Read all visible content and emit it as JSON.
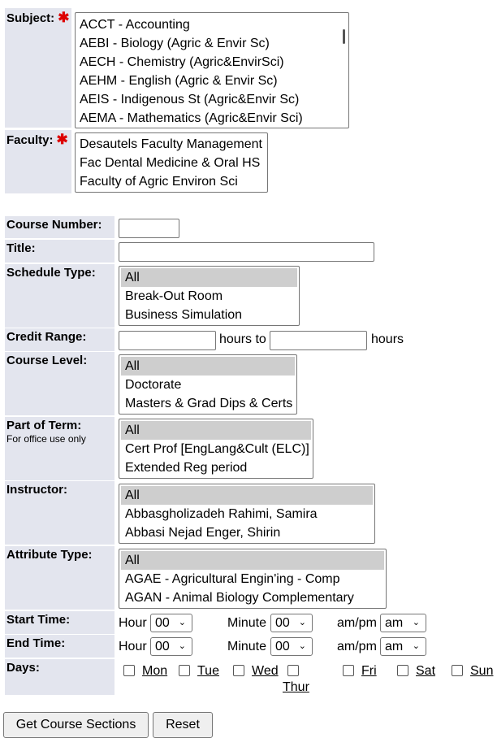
{
  "subject": {
    "label": "Subject:",
    "required_mark": "✱",
    "options": [
      "ACCT - Accounting",
      "AEBI - Biology (Agric & Envir Sc)",
      "AECH - Chemistry (Agric&EnvirSci)",
      "AEHM - English (Agric & Envir Sc)",
      "AEIS - Indigenous St (Agric&Envir Sc)",
      "AEMA - Mathematics (Agric&Envir Sci)"
    ]
  },
  "faculty": {
    "label": "Faculty:",
    "required_mark": "✱",
    "options": [
      "Desautels Faculty Management",
      "Fac Dental Medicine & Oral HS",
      "Faculty of Agric Environ Sci"
    ]
  },
  "course_number": {
    "label": "Course Number:",
    "value": ""
  },
  "title": {
    "label": "Title:",
    "value": ""
  },
  "schedule_type": {
    "label": "Schedule Type:",
    "options": [
      "All",
      "Break-Out Room",
      "Business Simulation"
    ]
  },
  "credit_range": {
    "label": "Credit Range:",
    "from": "",
    "to": "",
    "hours_to": "hours to",
    "hours": "hours"
  },
  "course_level": {
    "label": "Course Level:",
    "options": [
      "All",
      "Doctorate",
      "Masters & Grad Dips & Certs"
    ]
  },
  "part_of_term": {
    "label": "Part of Term:",
    "note": "For office use only",
    "options": [
      "All",
      "Cert Prof [EngLang&Cult (ELC)]",
      "Extended Reg period"
    ]
  },
  "instructor": {
    "label": "Instructor:",
    "options": [
      "All",
      "Abbasgholizadeh Rahimi, Samira",
      "Abbasi Nejad Enger, Shirin"
    ]
  },
  "attribute_type": {
    "label": "Attribute Type:",
    "options": [
      "All",
      "AGAE - Agricultural Engin'ing - Comp",
      "AGAN - Animal Biology Complementary"
    ]
  },
  "start_time": {
    "label": "Start Time:",
    "hour_label": "Hour",
    "hour": "00",
    "minute_label": "Minute",
    "minute": "00",
    "ampm_label": "am/pm",
    "ampm": "am"
  },
  "end_time": {
    "label": "End Time:",
    "hour_label": "Hour",
    "hour": "00",
    "minute_label": "Minute",
    "minute": "00",
    "ampm_label": "am/pm",
    "ampm": "am"
  },
  "days": {
    "label": "Days:",
    "items": [
      "Mon",
      "Tue",
      "Wed",
      "Thur",
      "Fri",
      "Sat",
      "Sun"
    ]
  },
  "buttons": {
    "submit": "Get Course Sections",
    "reset": "Reset"
  }
}
